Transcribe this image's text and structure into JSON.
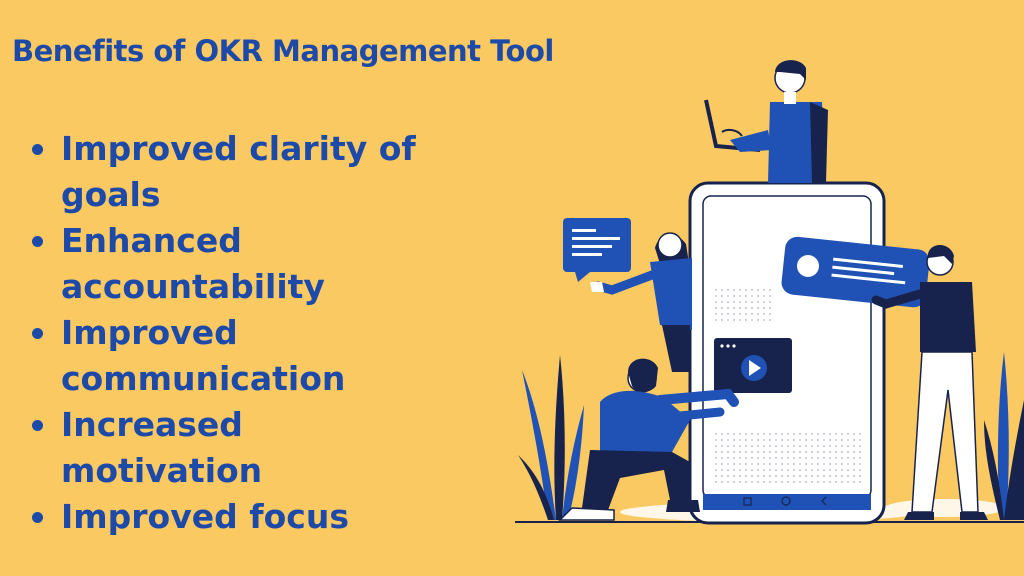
{
  "colors": {
    "background": "#FBC962",
    "text": "#1D4AA8",
    "accent_blue": "#2052B5",
    "dark_navy": "#17234D",
    "white": "#FFFFFF"
  },
  "title": "Benefits of OKR Management Tool",
  "benefits": [
    {
      "lines": [
        "Improved clarity of",
        "goals"
      ]
    },
    {
      "lines": [
        "Enhanced",
        "accountability"
      ]
    },
    {
      "lines": [
        "Improved",
        "communication"
      ]
    },
    {
      "lines": [
        "Increased",
        "motivation"
      ]
    },
    {
      "lines": [
        "Improved focus"
      ]
    }
  ],
  "illustration": {
    "icons": [
      "phone-icon",
      "laptop-icon",
      "chat-bubble-icon",
      "video-player-icon",
      "profile-card-icon",
      "plant-icon"
    ],
    "people": [
      "person-with-laptop",
      "woman-with-chat",
      "man-with-profile-card",
      "kneeling-man"
    ]
  }
}
